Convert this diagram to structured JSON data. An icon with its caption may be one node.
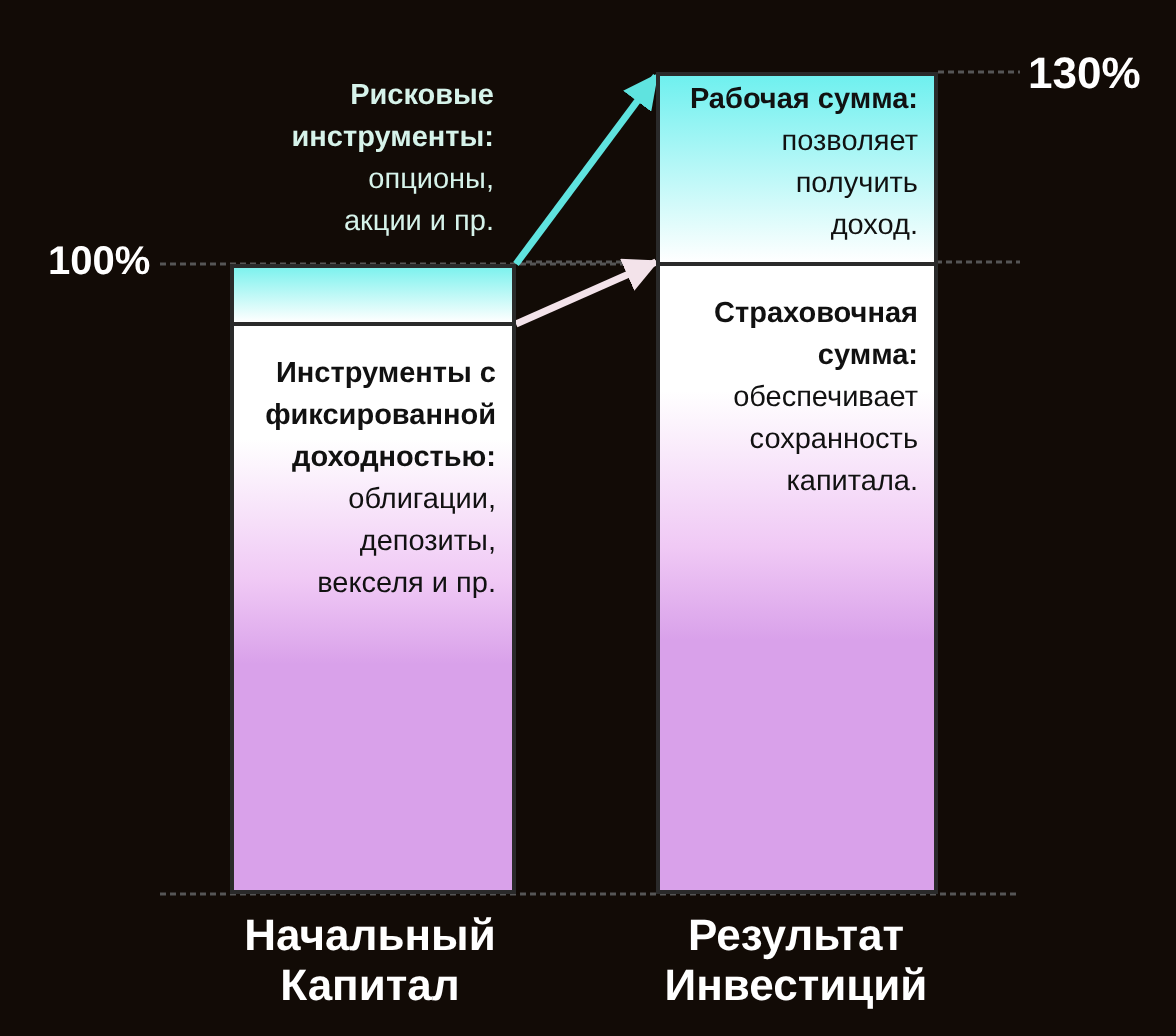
{
  "diagram": {
    "nodes": [
      {
        "text": [],
        "shape": "box",
        "beside": [
          "Рисковые инструменты:",
          "опционы, акции и пр."
        ]
      },
      {
        "text": [
          "Инструменты с фиксированной доходностью:",
          "облигации, депозиты, векселя и пр."
        ]
      },
      {
        "text": [
          "Рабочая сумма:",
          "позволяет получить доход."
        ]
      },
      {
        "text": [
          "Страховочная сумма:",
          "обеспечивает сохранность капитала."
        ]
      }
    ],
    "edges": [
      {
        "from": 0,
        "to": 2,
        "arrow": "to",
        "color": "#5fe3df"
      },
      {
        "from": 1,
        "to": 3,
        "arrow": "to",
        "color": "#f3e3ea"
      }
    ],
    "labels": [
      "130%",
      "100%",
      "Начальный Капитал",
      "Результат Инвестиций"
    ]
  }
}
